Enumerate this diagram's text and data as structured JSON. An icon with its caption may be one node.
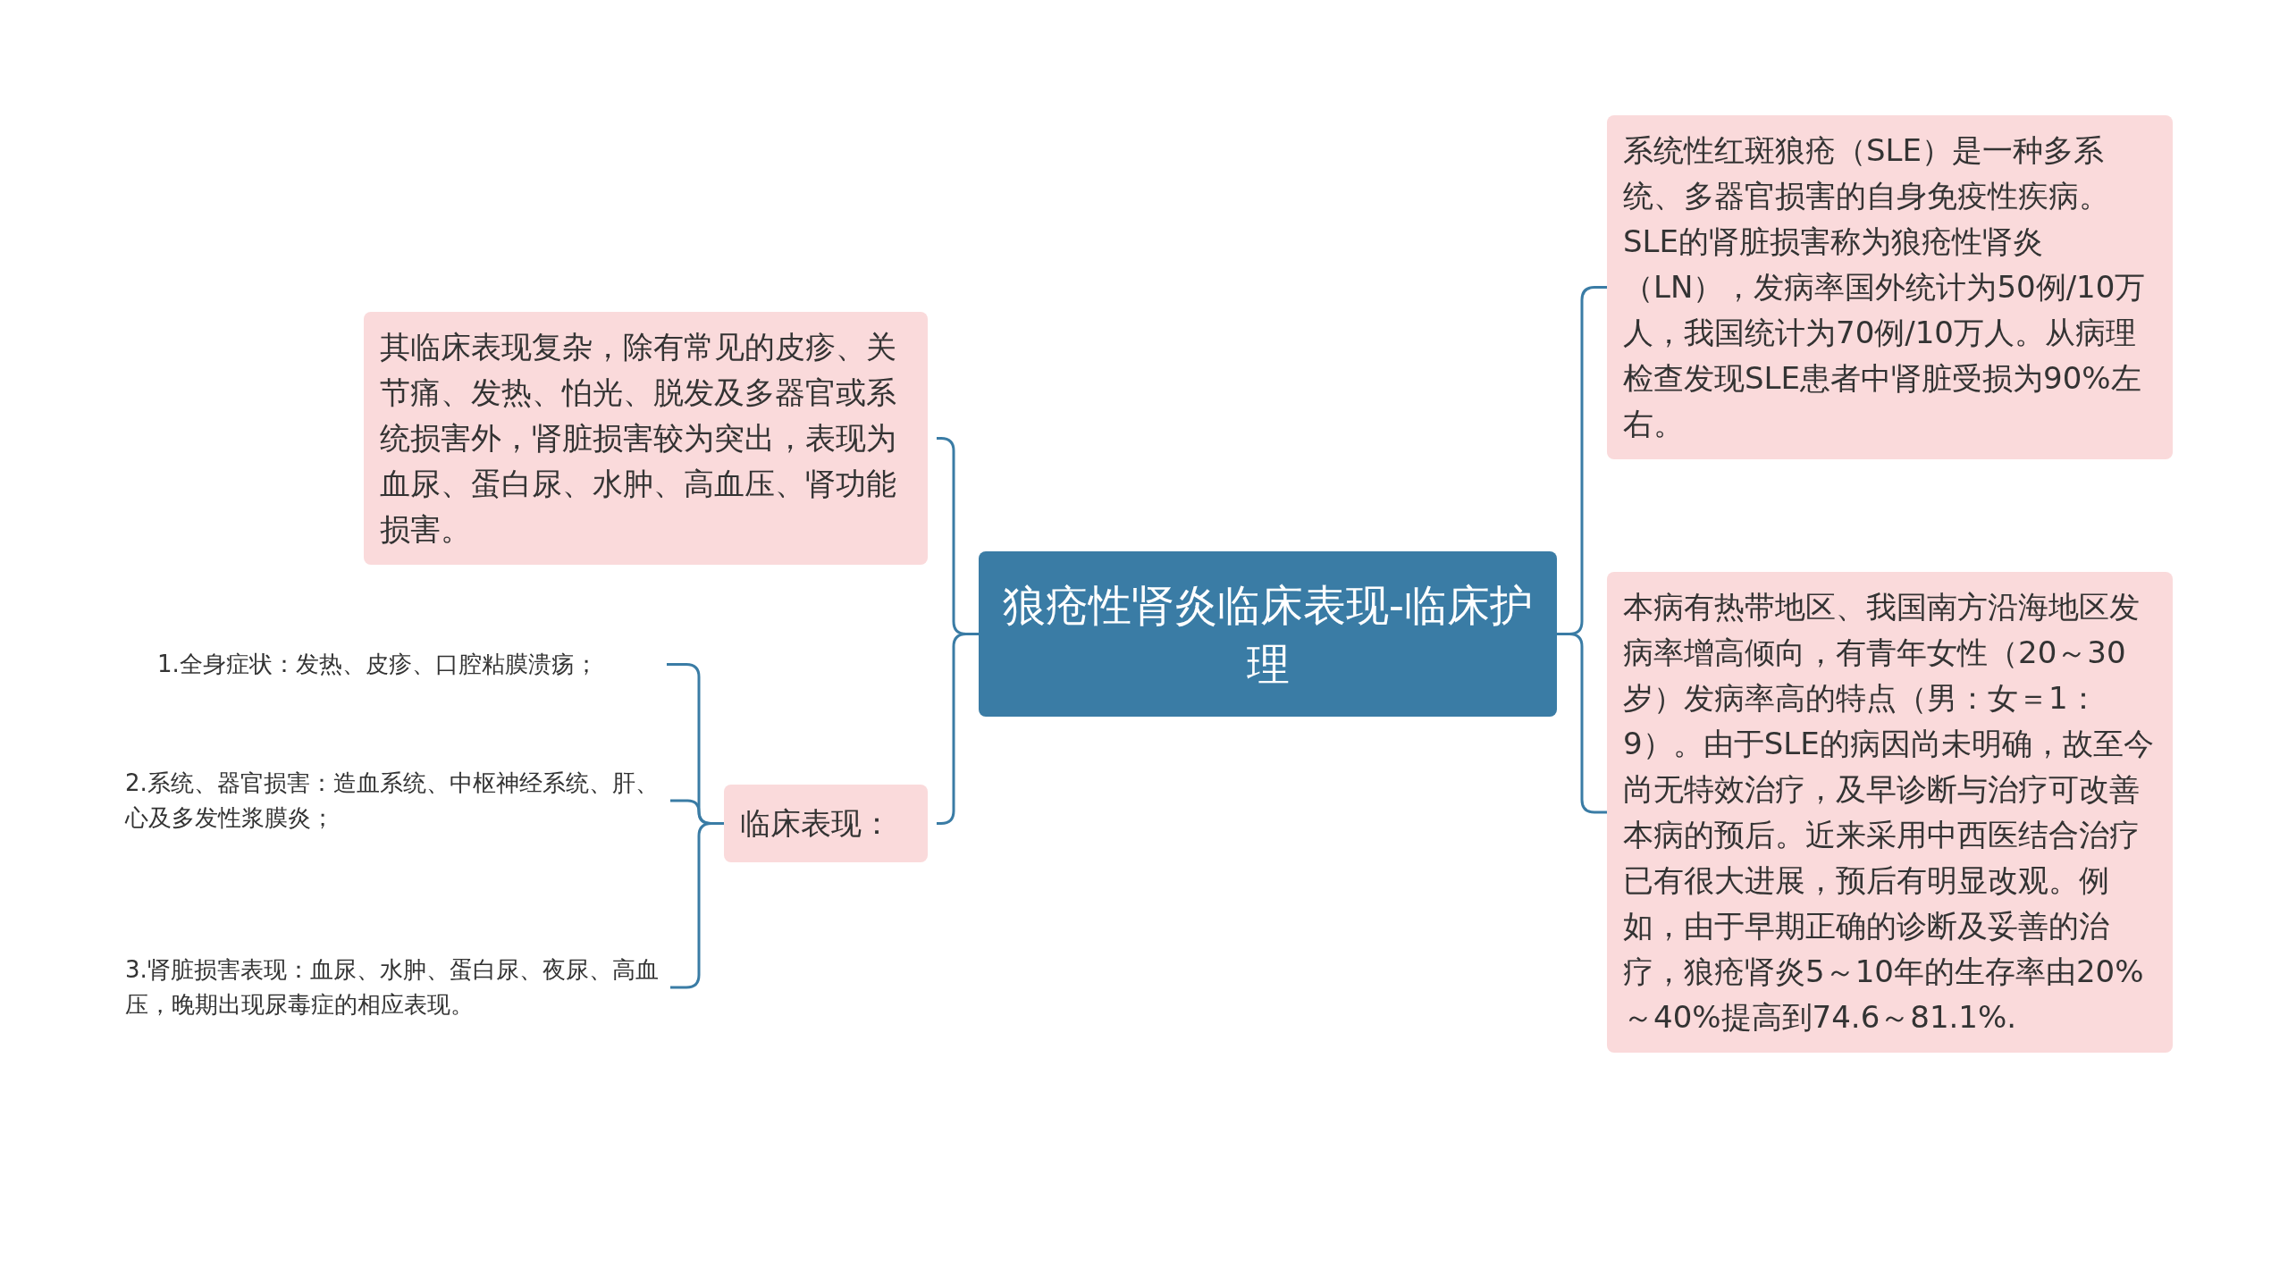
{
  "diagram": {
    "nodes": [
      {
        "text": [
          "狼疮性肾炎临床表现-临床护理"
        ]
      },
      {
        "text": [
          "系统性红斑狼疮（SLE）是一种多系统、多器官损害的自身免疫性疾病。SLE的肾脏损害称为狼疮性肾炎（LN），发病率国外统计为50例/10万人，我国统计为70例/10万人。从病理检查发现SLE患者中肾脏受损为90%左右。"
        ]
      },
      {
        "text": [
          "本病有热带地区、我国南方沿海地区发病率增高倾向，有青年女性（20～30岁）发病率高的特点（男：女＝1：9）。由于SLE的病因尚未明确，故至今尚无特效治疗，及早诊断与治疗可改善本病的预后。近来采用中西医结合治疗已有很大进展，预后有明显改观。例如，由于早期正确的诊断及妥善的治疗，狼疮肾炎5～10年的生存率由20%～40%提高到74.6～81.1%."
        ]
      },
      {
        "text": [
          "其临床表现复杂，除有常见的皮疹、关节痛、发热、怕光、脱发及多器官或系统损害外，肾脏损害较为突出，表现为血尿、蛋白尿、水肿、高血压、肾功能损害。"
        ]
      },
      {
        "text": [
          "临床表现："
        ]
      },
      {
        "text": [
          "1.全身症状：发热、皮疹、口腔粘膜溃疡；"
        ]
      },
      {
        "text": [
          "2.系统、器官损害：造血系统、中枢神经系统、肝、心及多发性浆膜炎；"
        ]
      },
      {
        "text": [
          "3.肾脏损害表现：血尿、水肿、蛋白尿、夜尿、高血压，晚期出现尿毒症的相应表现。"
        ]
      }
    ],
    "edges": [
      {
        "from": 0,
        "to": 1,
        "arrow": "none"
      },
      {
        "from": 0,
        "to": 2,
        "arrow": "none"
      },
      {
        "from": 0,
        "to": 3,
        "arrow": "none"
      },
      {
        "from": 0,
        "to": 4,
        "arrow": "none"
      },
      {
        "from": 4,
        "to": 5,
        "arrow": "none"
      },
      {
        "from": 4,
        "to": 6,
        "arrow": "none"
      },
      {
        "from": 4,
        "to": 7,
        "arrow": "none"
      }
    ]
  }
}
